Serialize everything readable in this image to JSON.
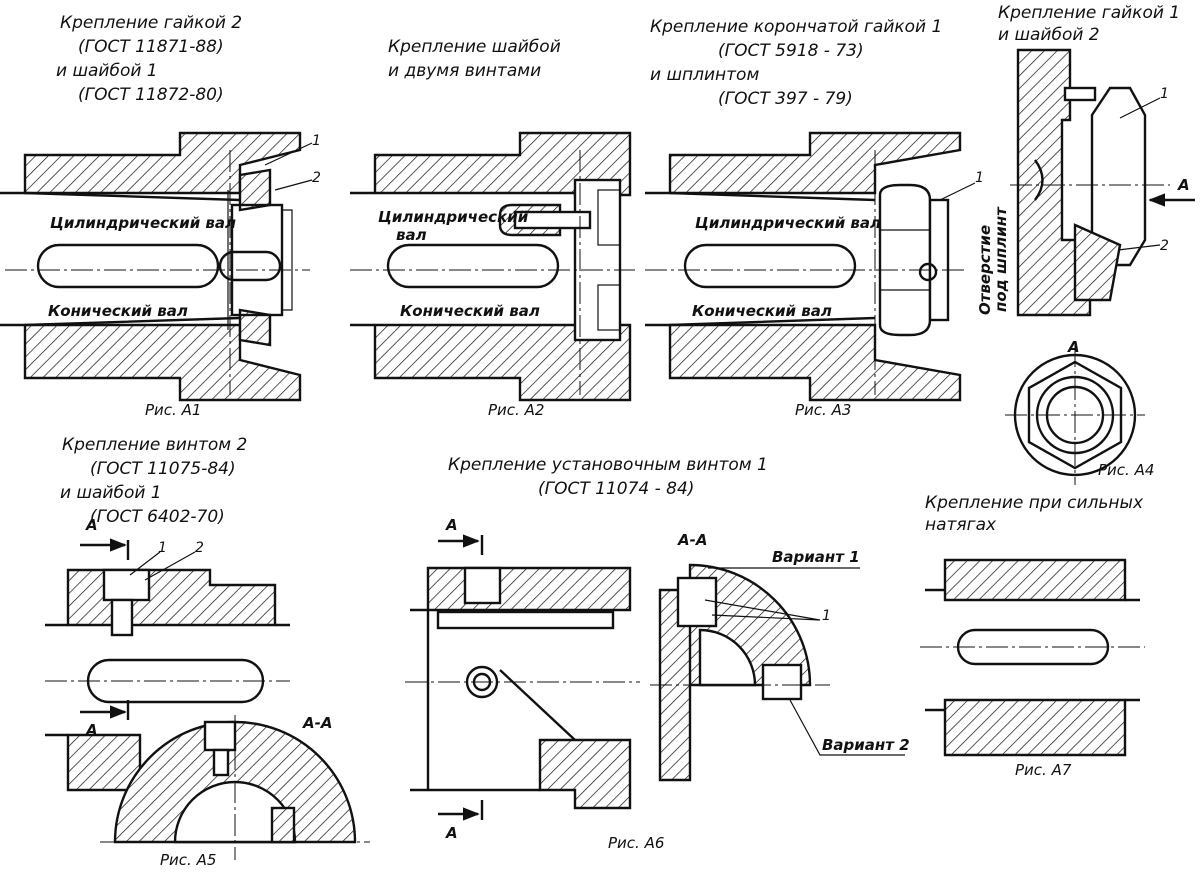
{
  "figures": {
    "a1": {
      "title": [
        "Крепление гайкой 2",
        "(ГОСТ 11871-88)",
        "и шайбой 1",
        "(ГОСТ 11872-80)"
      ],
      "label_cyl": "Цилиндрический вал",
      "label_con": "Конический вал",
      "callouts": [
        "1",
        "2"
      ],
      "caption": "Рис. А1"
    },
    "a2": {
      "title": [
        "Крепление шайбой",
        "и двумя винтами"
      ],
      "label_cyl": [
        "Цилиндрический",
        "вал"
      ],
      "label_con": "Конический вал",
      "caption": "Рис. А2"
    },
    "a3": {
      "title": [
        "Крепление корончатой гайкой 1",
        "(ГОСТ 5918 - 73)",
        "и шплинтом",
        "(ГОСТ 397 - 79)"
      ],
      "label_cyl": "Цилиндрический вал",
      "label_con": "Конический вал",
      "vertical_note": [
        "Отверстие",
        "под шплинт"
      ],
      "callouts": [
        "1"
      ],
      "caption": "Рис. А3"
    },
    "a4": {
      "title": [
        "Крепление гайкой 1",
        "и шайбой 2"
      ],
      "view": "А",
      "arrow": "А",
      "callouts": [
        "1",
        "2"
      ],
      "caption": "Рис. А4"
    },
    "a5": {
      "title": [
        "Крепление винтом 2",
        "(ГОСТ 11075-84)",
        "и шайбой 1",
        "(ГОСТ 6402-70)"
      ],
      "section_marks": [
        "А",
        "А"
      ],
      "section": "А-А",
      "callouts": [
        "1",
        "2"
      ],
      "caption": "Рис. А5"
    },
    "a6": {
      "title": [
        "Крепление установочным винтом 1",
        "(ГОСТ 11074 - 84)"
      ],
      "section_marks": [
        "А",
        "А"
      ],
      "section": "А-А",
      "variant1": "Вариант 1",
      "variant2": "Вариант 2",
      "callouts": [
        "1"
      ],
      "caption": "Рис. А6"
    },
    "a7": {
      "title": [
        "Крепление при сильных",
        "натягах"
      ],
      "caption": "Рис. А7"
    }
  }
}
